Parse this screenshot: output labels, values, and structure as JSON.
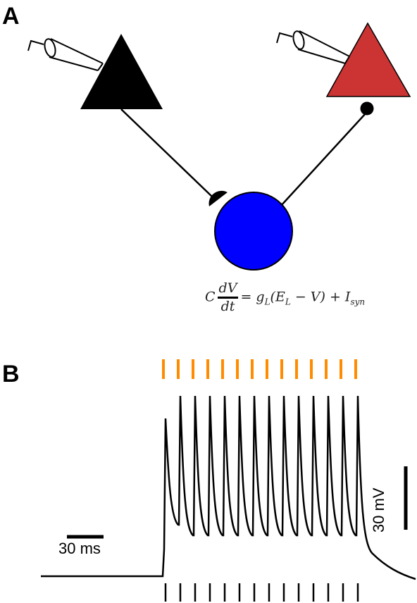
{
  "panels": {
    "a": "A",
    "b": "B"
  },
  "equation": {
    "lhs_coef": "C",
    "numerator": "dV",
    "denominator": "dt",
    "rhs_1": "= g",
    "rhs_1_sub": "L",
    "rhs_2": "(E",
    "rhs_2_sub": "L",
    "rhs_3": " − V) + I",
    "rhs_3_sub": "syn"
  },
  "scale_bars": {
    "time": "30 ms",
    "voltage": "30 mV"
  },
  "neurons": {
    "presyn_excitatory_color": "#000000",
    "presyn_inhibitory_color": "#cc3333",
    "postsyn_color": "#0000ff"
  },
  "trace": {
    "input_spike_color": "#ff8c00",
    "input_spike_count": 14,
    "output_spike_count": 14
  }
}
